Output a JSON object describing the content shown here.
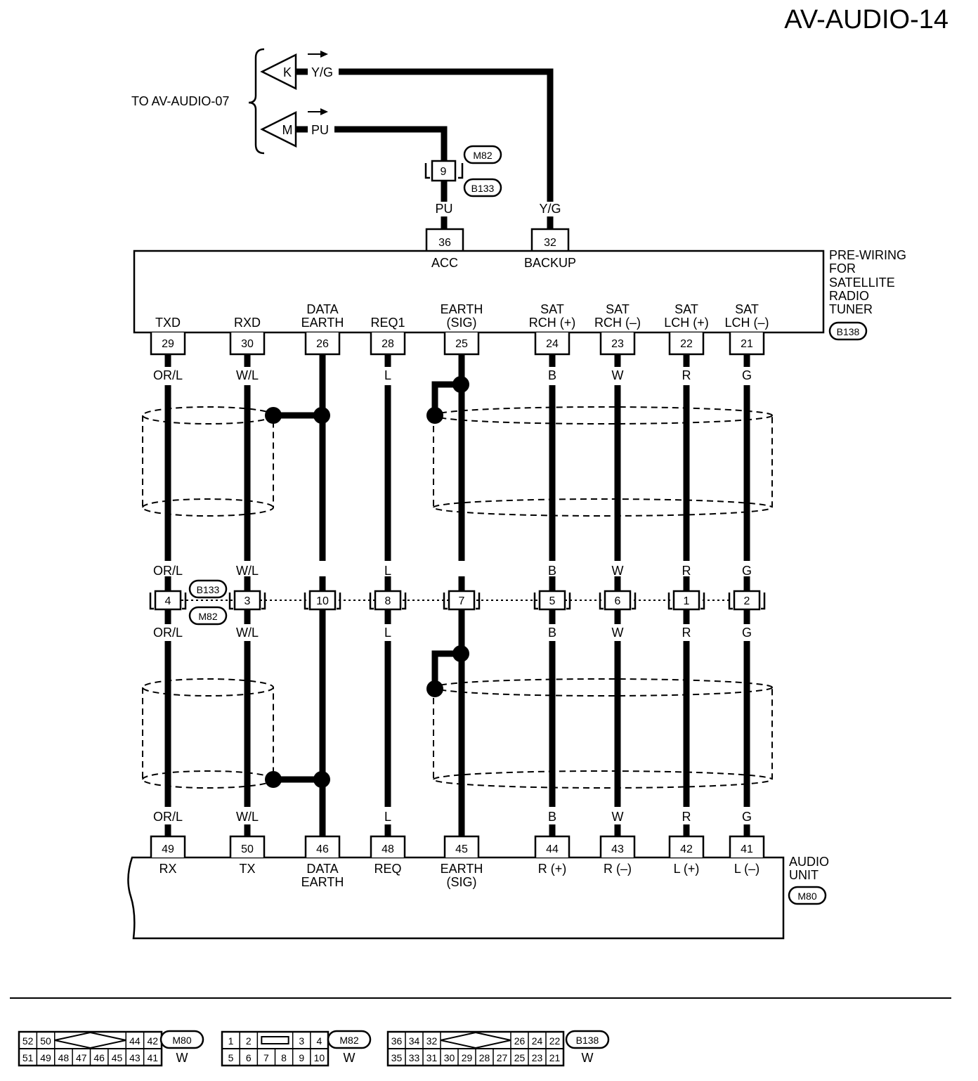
{
  "title": "AV-AUDIO-14",
  "to_ref": "TO AV-AUDIO-07",
  "feeds": [
    {
      "letter": "K",
      "color": "Y/G"
    },
    {
      "letter": "M",
      "color": "PU"
    }
  ],
  "joint_9": {
    "pin": "9",
    "conn_top": "M82",
    "conn_bottom": "B133"
  },
  "top_wires": [
    {
      "color": "PU",
      "pin": "36",
      "name": "ACC"
    },
    {
      "color": "Y/G",
      "pin": "32",
      "name": "BACKUP"
    }
  ],
  "tuner": {
    "label": [
      "PRE-WIRING",
      "FOR",
      "SATELLITE",
      "RADIO",
      "TUNER"
    ],
    "connector": "B138"
  },
  "audio_unit": {
    "label": [
      "AUDIO",
      "UNIT"
    ],
    "connector": "M80"
  },
  "joint_conn": {
    "top": "B133",
    "bottom": "M82"
  },
  "columns": [
    {
      "top_name": [
        "",
        "TXD"
      ],
      "top_pin": "29",
      "color": "OR/L",
      "joint_pin": "4",
      "bottom_pin": "49",
      "bottom_name": [
        "RX",
        ""
      ]
    },
    {
      "top_name": [
        "",
        "RXD"
      ],
      "top_pin": "30",
      "color": "W/L",
      "joint_pin": "3",
      "bottom_pin": "50",
      "bottom_name": [
        "TX",
        ""
      ]
    },
    {
      "top_name": [
        "DATA",
        "EARTH"
      ],
      "top_pin": "26",
      "color": "",
      "joint_pin": "10",
      "bottom_pin": "46",
      "bottom_name": [
        "DATA",
        "EARTH"
      ]
    },
    {
      "top_name": [
        "",
        "REQ1"
      ],
      "top_pin": "28",
      "color": "L",
      "joint_pin": "8",
      "bottom_pin": "48",
      "bottom_name": [
        "REQ",
        ""
      ]
    },
    {
      "top_name": [
        "EARTH",
        "(SIG)"
      ],
      "top_pin": "25",
      "color": "",
      "joint_pin": "7",
      "bottom_pin": "45",
      "bottom_name": [
        "EARTH",
        "(SIG)"
      ]
    },
    {
      "top_name": [
        "SAT",
        "RCH (+)"
      ],
      "top_pin": "24",
      "color": "B",
      "joint_pin": "5",
      "bottom_pin": "44",
      "bottom_name": [
        "R (+)",
        ""
      ]
    },
    {
      "top_name": [
        "SAT",
        "RCH (–)"
      ],
      "top_pin": "23",
      "color": "W",
      "joint_pin": "6",
      "bottom_pin": "43",
      "bottom_name": [
        "R (–)",
        ""
      ]
    },
    {
      "top_name": [
        "SAT",
        "LCH (+)"
      ],
      "top_pin": "22",
      "color": "R",
      "joint_pin": "1",
      "bottom_pin": "42",
      "bottom_name": [
        "L (+)",
        ""
      ]
    },
    {
      "top_name": [
        "SAT",
        "LCH (–)"
      ],
      "top_pin": "21",
      "color": "G",
      "joint_pin": "2",
      "bottom_pin": "41",
      "bottom_name": [
        "L (–)",
        ""
      ]
    }
  ],
  "connectors_legend": [
    {
      "id": "M80",
      "color": "W",
      "top": [
        "52",
        "50",
        "44",
        "42"
      ],
      "bottom": [
        "51",
        "49",
        "48",
        "47",
        "46",
        "45",
        "43",
        "41"
      ]
    },
    {
      "id": "M82",
      "color": "W",
      "top": [
        "1",
        "2",
        "3",
        "4"
      ],
      "bottom": [
        "5",
        "6",
        "7",
        "8",
        "9",
        "10"
      ]
    },
    {
      "id": "B138",
      "color": "W",
      "top": [
        "36",
        "34",
        "32",
        "26",
        "24",
        "22"
      ],
      "bottom": [
        "35",
        "33",
        "31",
        "30",
        "29",
        "28",
        "27",
        "25",
        "23",
        "21"
      ]
    }
  ]
}
